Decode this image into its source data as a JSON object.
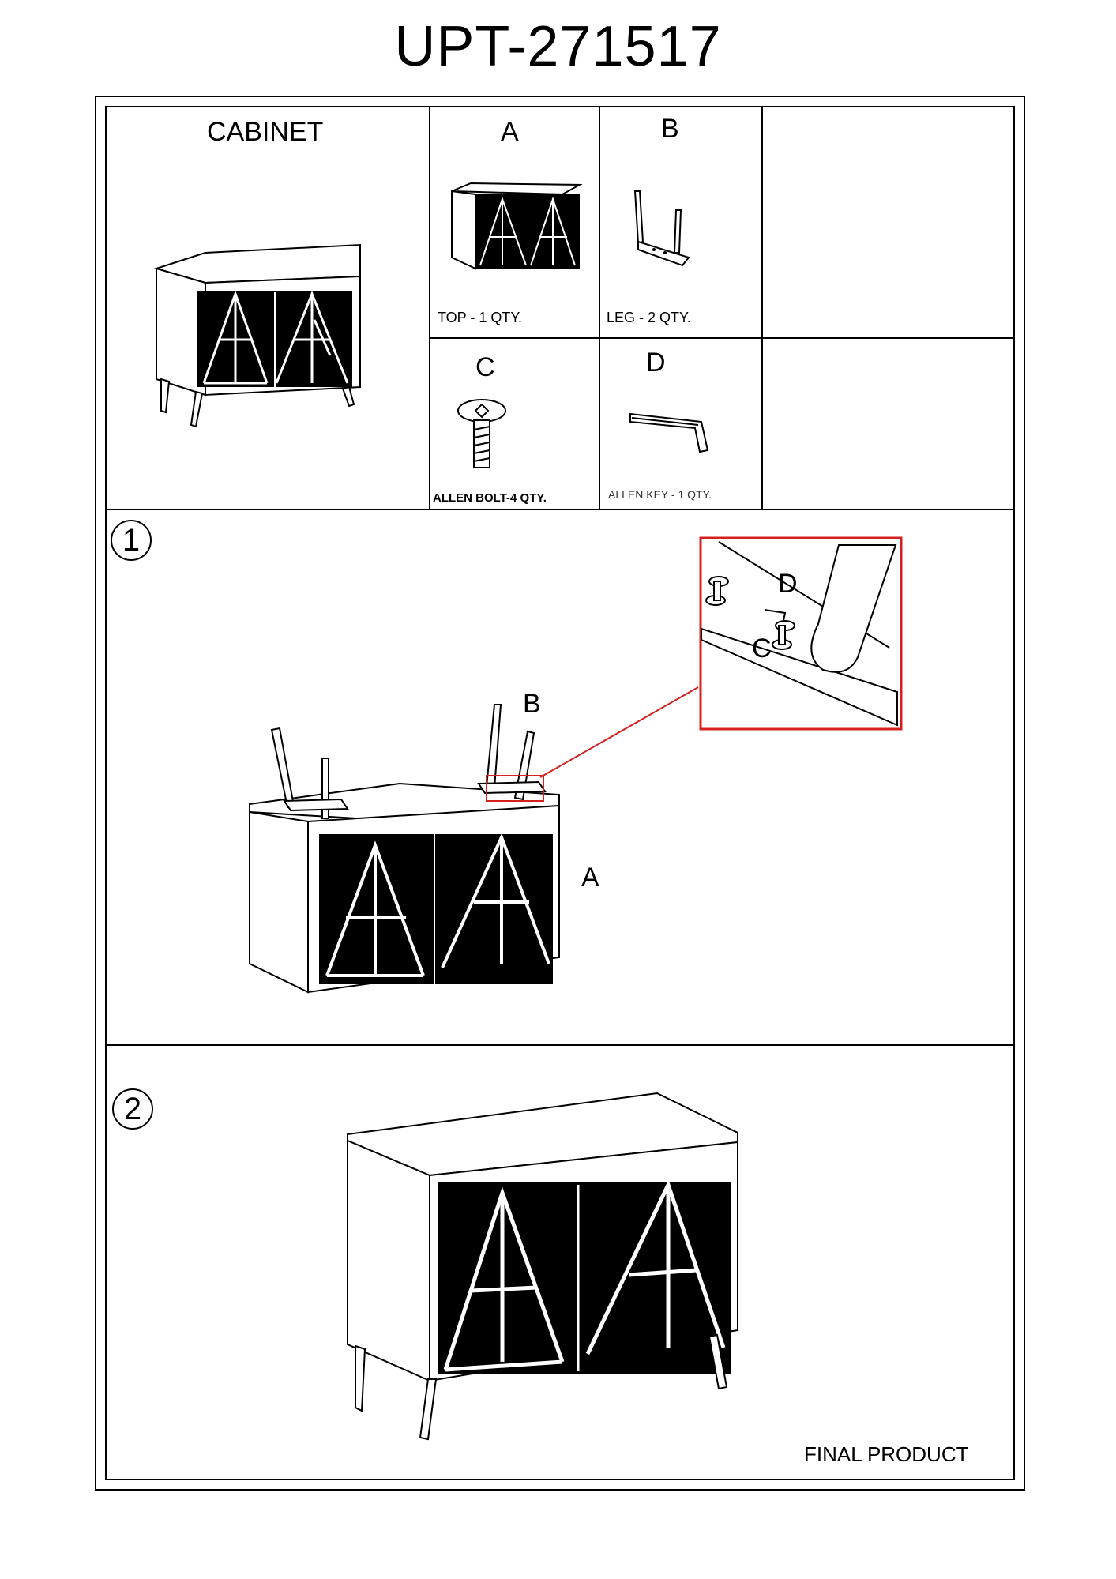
{
  "document": {
    "title": "UPT-271517"
  },
  "parts": {
    "cabinet_label": "CABINET",
    "a": {
      "letter": "A",
      "caption": "TOP - 1 QTY."
    },
    "b": {
      "letter": "B",
      "caption": "LEG - 2 QTY."
    },
    "c": {
      "letter": "C",
      "caption": "ALLEN BOLT-4  QTY."
    },
    "d": {
      "letter": "D",
      "caption": "ALLEN KEY - 1 QTY."
    }
  },
  "step1": {
    "number": "1",
    "callout_b": "B",
    "callout_a": "A",
    "detail_d": "D",
    "detail_c": "C",
    "detail_border_color": "#d62020"
  },
  "step2": {
    "number": "2",
    "caption": "FINAL PRODUCT"
  },
  "icons": [
    "cabinet-illustration",
    "top-panel-illustration",
    "leg-illustration",
    "allen-bolt-illustration",
    "allen-key-illustration"
  ]
}
